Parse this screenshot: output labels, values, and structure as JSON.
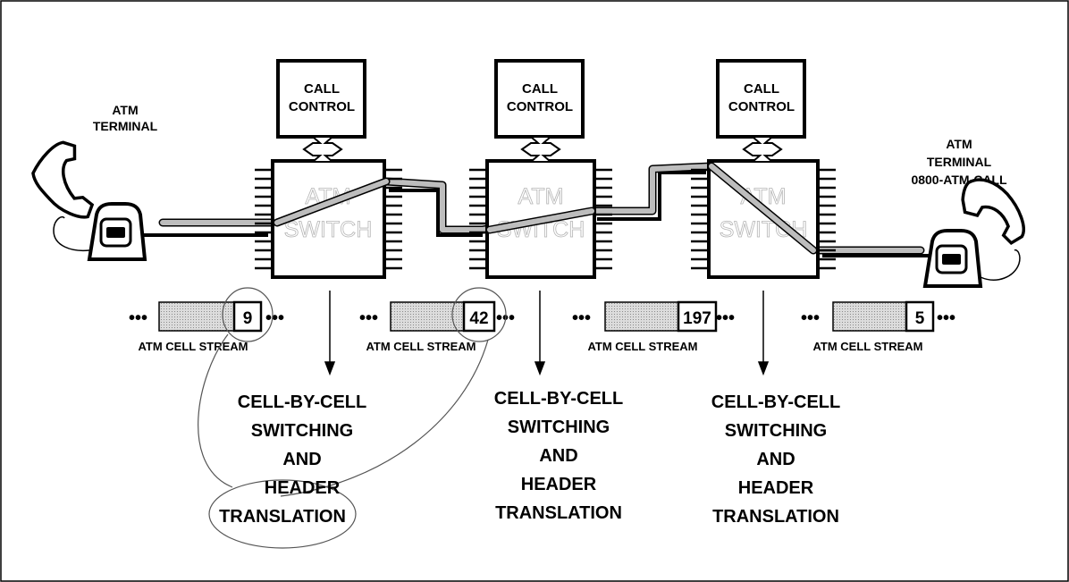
{
  "terminals": {
    "left": {
      "line1": "ATM",
      "line2": "TERMINAL"
    },
    "right": {
      "line1": "ATM",
      "line2": "TERMINAL",
      "line3": "0800-ATM-CALL"
    }
  },
  "switches": [
    {
      "call_line1": "CALL",
      "call_line2": "CONTROL",
      "sw_line1": "ATM",
      "sw_line2": "SWITCH"
    },
    {
      "call_line1": "CALL",
      "call_line2": "CONTROL",
      "sw_line1": "ATM",
      "sw_line2": "SWITCH"
    },
    {
      "call_line1": "CALL",
      "call_line2": "CONTROL",
      "sw_line1": "ATM",
      "sw_line2": "SWITCH"
    }
  ],
  "cell_streams": [
    {
      "header": "9",
      "label": "ATM CELL STREAM",
      "dots": "•••"
    },
    {
      "header": "42",
      "label": "ATM CELL STREAM",
      "dots": "•••"
    },
    {
      "header": "197",
      "label": "ATM CELL STREAM",
      "dots": "•••"
    },
    {
      "header": "5",
      "label": "ATM CELL STREAM",
      "dots": "•••"
    }
  ],
  "captions": [
    {
      "l1": "CELL-BY-CELL",
      "l2": "SWITCHING",
      "l3": "AND",
      "l4": "HEADER",
      "l5": "TRANSLATION"
    },
    {
      "l1": "CELL-BY-CELL",
      "l2": "SWITCHING",
      "l3": "AND",
      "l4": "HEADER",
      "l5": "TRANSLATION"
    },
    {
      "l1": "CELL-BY-CELL",
      "l2": "SWITCHING",
      "l3": "AND",
      "l4": "HEADER",
      "l5": "TRANSLATION"
    }
  ],
  "colors": {
    "line": "#000000",
    "path": "#b8b8b8",
    "cell_fill": "#d4d4d4"
  }
}
